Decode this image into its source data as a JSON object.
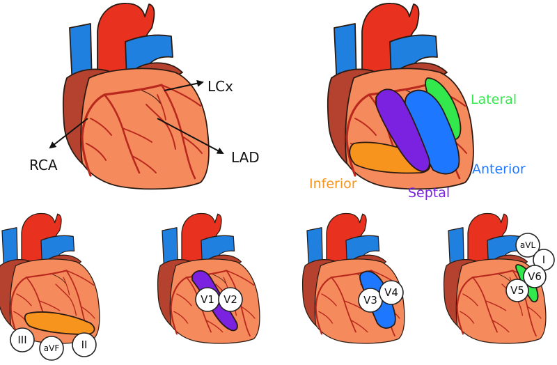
{
  "colors": {
    "aorta": "#e8311f",
    "venous": "#1f80e0",
    "ventricle": "#f58a5c",
    "atrium": "#b5422e",
    "vessel": "#b8281d",
    "inferior": "#f7941d",
    "septal": "#7a22e0",
    "anterior": "#1e78ff",
    "lateral": "#33e84d"
  },
  "arteries": {
    "lcx": "LCx",
    "rca": "RCA",
    "lad": "LAD"
  },
  "regions": {
    "lateral": "Lateral",
    "anterior": "Anterior",
    "inferior": "Inferior",
    "septal": "Septal"
  },
  "leads": {
    "inferior": [
      "III",
      "aVF",
      "II"
    ],
    "septal": [
      "V1",
      "V2"
    ],
    "anterior": [
      "V3",
      "V4"
    ],
    "lateral": [
      "aVL",
      "I",
      "V6",
      "V5"
    ]
  }
}
